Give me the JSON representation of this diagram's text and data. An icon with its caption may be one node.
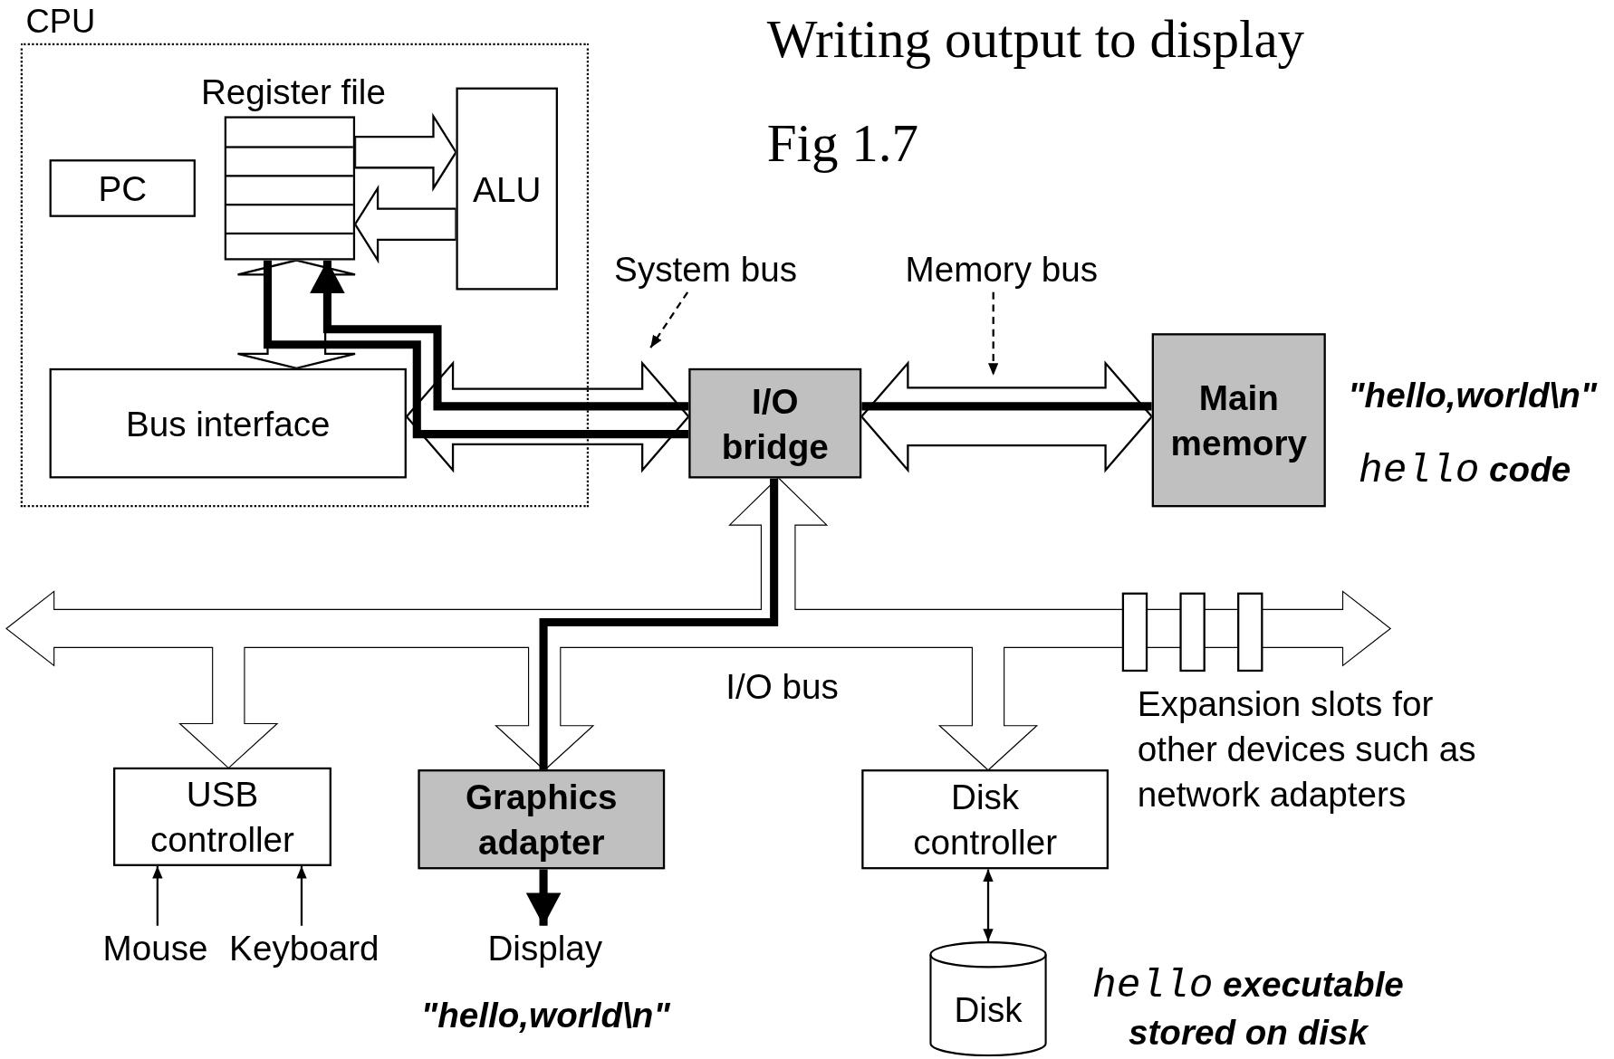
{
  "diagram": {
    "title": "Writing output to display",
    "nodes": [
      {
        "text": [
          "CPU"
        ]
      },
      {
        "text": [
          "Register file"
        ],
        "in": 0
      },
      {
        "text": [
          "PC"
        ],
        "in": 0
      },
      {
        "text": [
          "ALU"
        ],
        "in": 0
      },
      {
        "text": [
          "Bus interface"
        ],
        "in": 0
      },
      {
        "text": [
          "I/O bridge"
        ]
      },
      {
        "text": [
          "Main memory"
        ],
        "beside": [
          "\"hello,world\\n\"",
          "*hello* **code**"
        ]
      },
      {
        "text": [
          "USB controller"
        ]
      },
      {
        "text": [
          "Graphics adapter"
        ]
      },
      {
        "text": [
          "Disk controller"
        ]
      },
      {
        "text": [
          "Mouse"
        ]
      },
      {
        "text": [
          "Keyboard"
        ]
      },
      {
        "text": [
          "Display"
        ],
        "beside": [
          "\"hello,world\\n\""
        ]
      },
      {
        "text": [
          "Disk"
        ],
        "beside": [
          "*hello* **executable stored on disk**"
        ]
      },
      {
        "text": [
          "System bus"
        ]
      },
      {
        "text": [
          "Memory bus"
        ]
      }
    ],
    "edges": [
      {
        "from": 1,
        "to": 3,
        "arrow": "to"
      },
      {
        "from": 3,
        "to": 1,
        "arrow": "to"
      },
      {
        "from": 1,
        "to": 4,
        "arrow": "both"
      },
      {
        "from": 4,
        "to": 5,
        "arrow": "both"
      },
      {
        "from": 5,
        "to": 6,
        "arrow": "both"
      },
      {
        "from": 5,
        "to": 7,
        "arrow": "both"
      },
      {
        "from": 5,
        "to": 8,
        "arrow": "both"
      },
      {
        "from": 5,
        "to": 9,
        "arrow": "both"
      },
      {
        "from": 10,
        "to": 7,
        "arrow": "to"
      },
      {
        "from": 11,
        "to": 7,
        "arrow": "to"
      },
      {
        "from": 9,
        "to": 13,
        "arrow": "both"
      },
      {
        "from": 6,
        "to": 5,
        "arrow": "none",
        "style": "thick"
      },
      {
        "from": 5,
        "to": 1,
        "arrow": "to",
        "style": "thick"
      },
      {
        "from": 1,
        "to": 5,
        "arrow": "none",
        "style": "thick"
      },
      {
        "from": 5,
        "to": 8,
        "arrow": "none",
        "style": "thick"
      },
      {
        "from": 8,
        "to": 12,
        "arrow": "to",
        "style": "thick"
      },
      {
        "from": 14,
        "to": null,
        "arrow": "to",
        "style": "dashed"
      },
      {
        "from": 15,
        "to": null,
        "arrow": "to",
        "style": "dashed"
      }
    ],
    "labels": [
      "Fig 1.7",
      "I/O bus",
      "Expansion slots for other devices such as network adapters"
    ]
  }
}
